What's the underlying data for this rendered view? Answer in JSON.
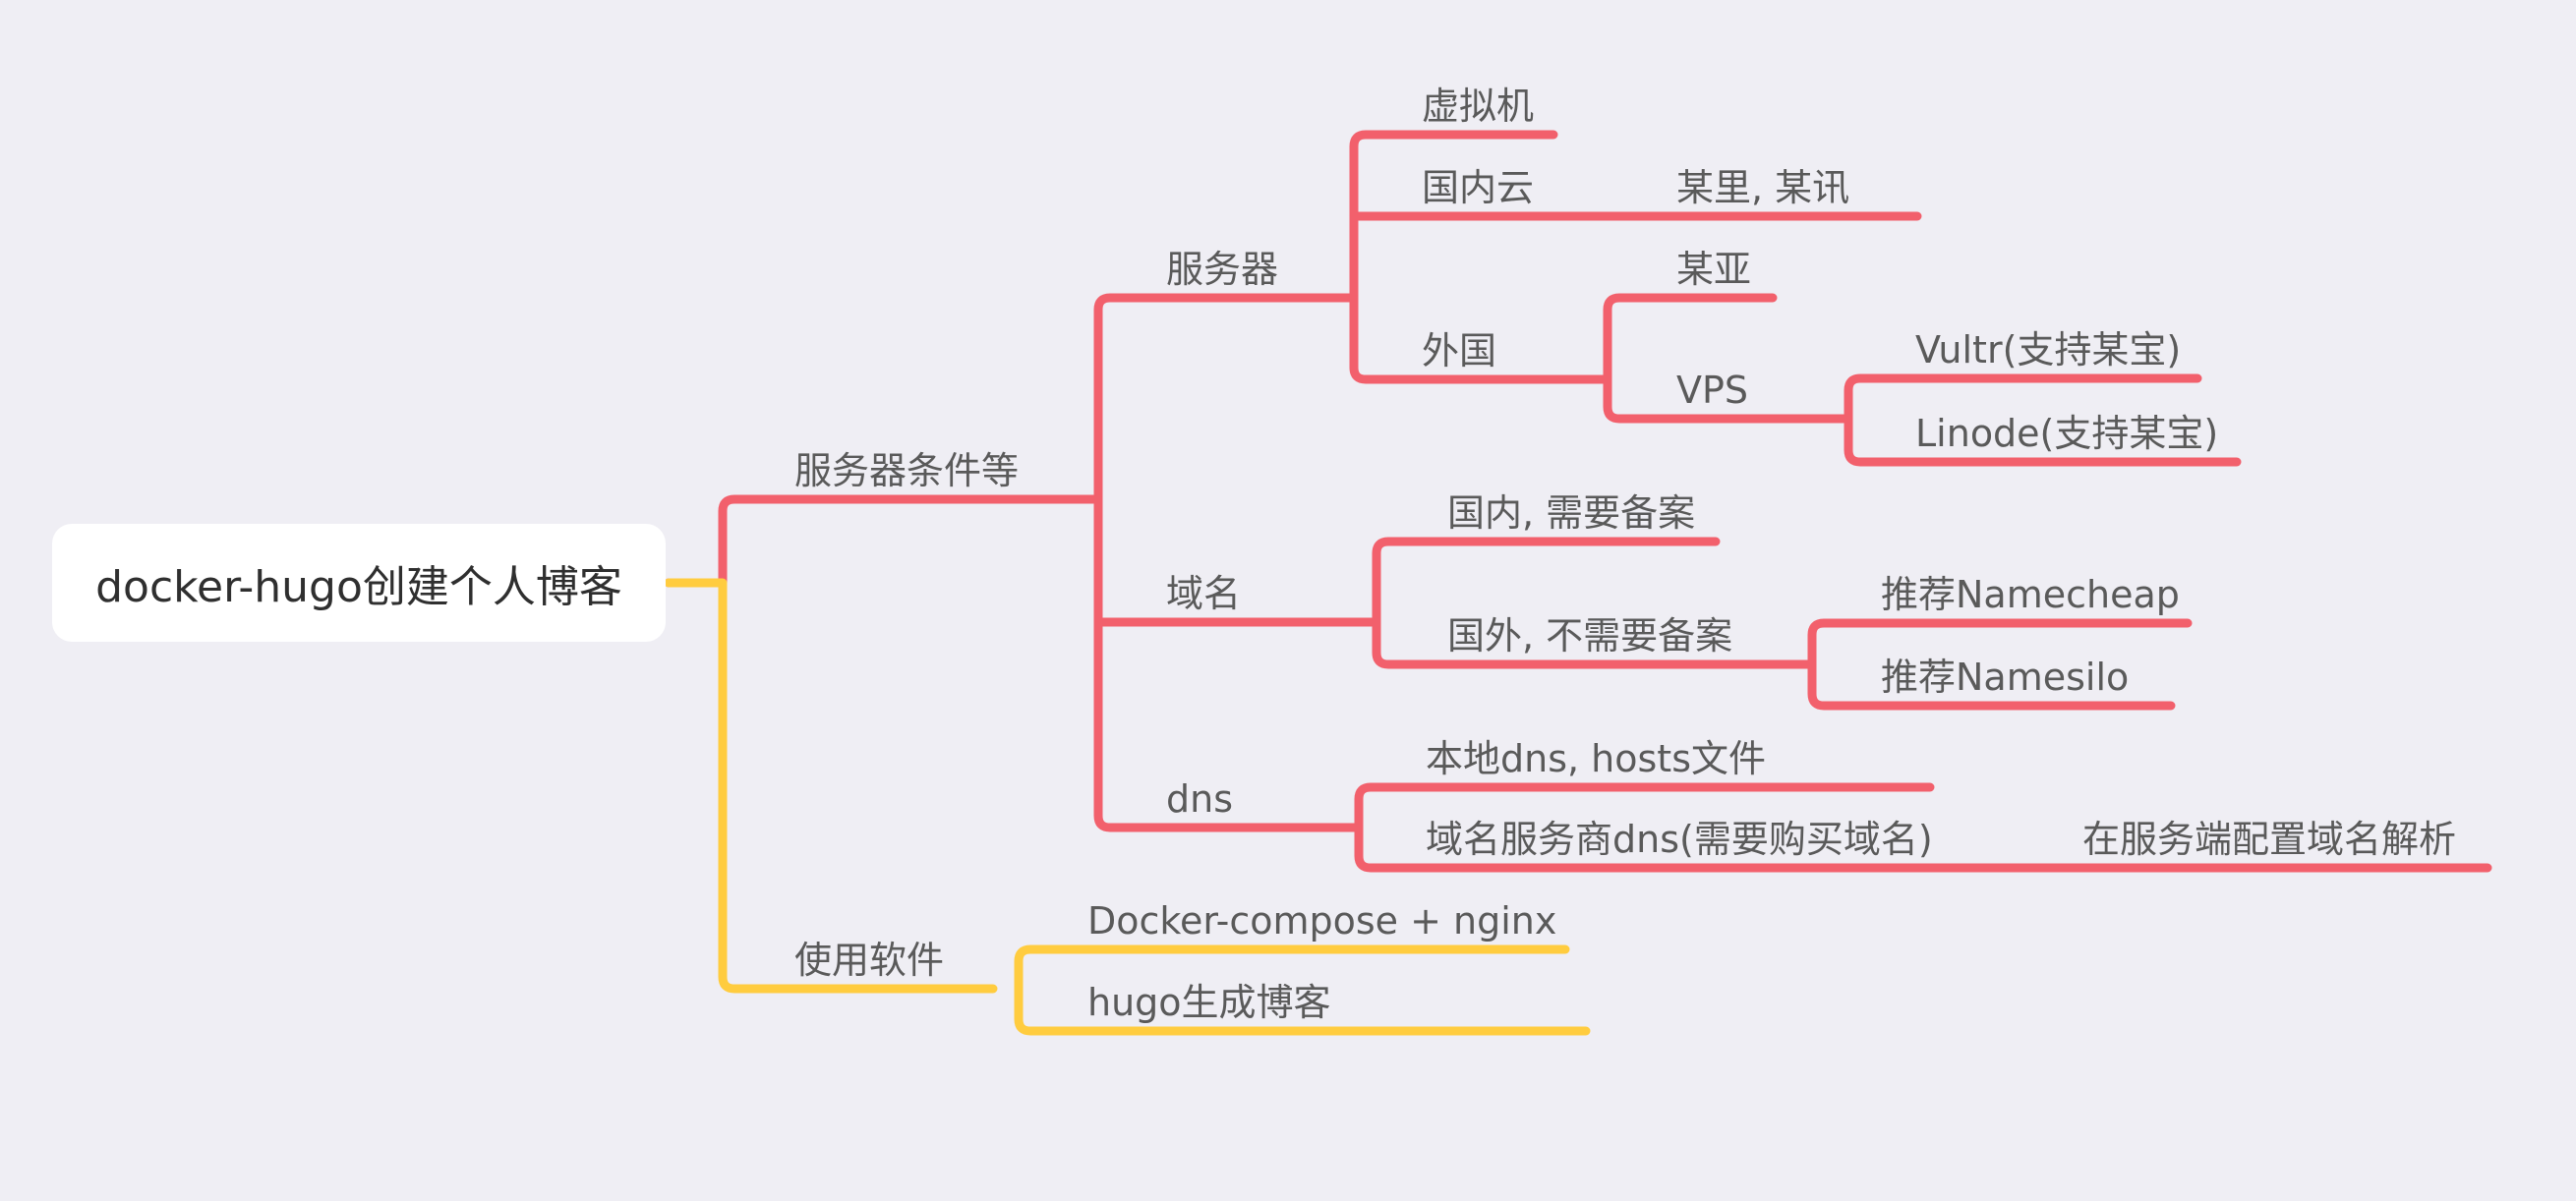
{
  "root": {
    "label": "docker-hugo创建个人博客"
  },
  "colors": {
    "red_branch": "#f2606c",
    "yellow_branch": "#ffcc3f",
    "background": "#efeef4"
  },
  "branches": {
    "server_conditions": {
      "label": "服务器条件等",
      "server": {
        "label": "服务器",
        "vm": "虚拟机",
        "domestic_cloud": "国内云",
        "domestic_cloud_note": "某里, 某讯",
        "foreign": "外国",
        "foreign_a": "某亚",
        "vps": "VPS",
        "vultr": "Vultr(支持某宝)",
        "linode": "Linode(支持某宝)"
      },
      "domain": {
        "label": "域名",
        "domestic": "国内, 需要备案",
        "foreign": "国外, 不需要备案",
        "namecheap": "推荐Namecheap",
        "namesilo": "推荐Namesilo"
      },
      "dns": {
        "label": "dns",
        "local": "本地dns, hosts文件",
        "provider": "域名服务商dns(需要购买域名)",
        "provider_note": "在服务端配置域名解析"
      }
    },
    "software": {
      "label": "使用软件",
      "docker": "Docker-compose + nginx",
      "hugo": "hugo生成博客"
    }
  }
}
